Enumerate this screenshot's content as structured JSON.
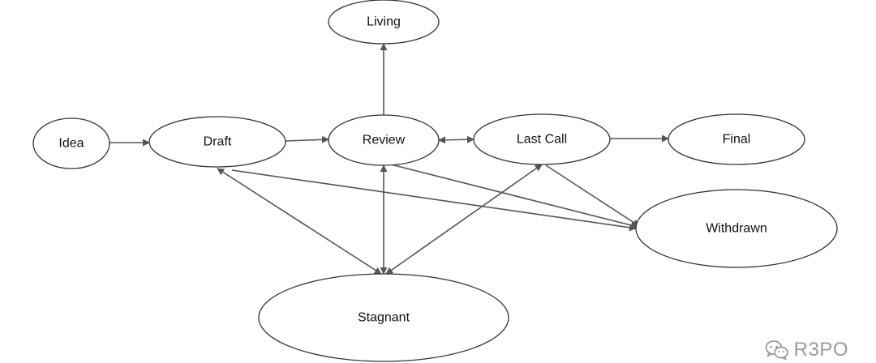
{
  "diagram": {
    "nodes": [
      {
        "id": "idea",
        "label": "Idea"
      },
      {
        "id": "draft",
        "label": "Draft"
      },
      {
        "id": "review",
        "label": "Review"
      },
      {
        "id": "living",
        "label": "Living"
      },
      {
        "id": "lastcall",
        "label": "Last Call"
      },
      {
        "id": "final",
        "label": "Final"
      },
      {
        "id": "withdrawn",
        "label": "Withdrawn"
      },
      {
        "id": "stagnant",
        "label": "Stagnant"
      }
    ],
    "edges": [
      {
        "from": "idea",
        "to": "draft",
        "direction": "forward"
      },
      {
        "from": "draft",
        "to": "review",
        "direction": "forward"
      },
      {
        "from": "review",
        "to": "living",
        "direction": "forward"
      },
      {
        "from": "review",
        "to": "lastcall",
        "direction": "both"
      },
      {
        "from": "lastcall",
        "to": "final",
        "direction": "forward"
      },
      {
        "from": "draft",
        "to": "stagnant",
        "direction": "both"
      },
      {
        "from": "review",
        "to": "stagnant",
        "direction": "both"
      },
      {
        "from": "lastcall",
        "to": "stagnant",
        "direction": "both"
      },
      {
        "from": "draft",
        "to": "withdrawn",
        "direction": "forward"
      },
      {
        "from": "review",
        "to": "withdrawn",
        "direction": "forward"
      },
      {
        "from": "lastcall",
        "to": "withdrawn",
        "direction": "forward"
      }
    ]
  },
  "watermark": {
    "text": "R3PO",
    "icon": "wechat-icon"
  },
  "colors": {
    "node_stroke": "#333333",
    "edge": "#555555",
    "watermark": "#9a9a9a"
  }
}
